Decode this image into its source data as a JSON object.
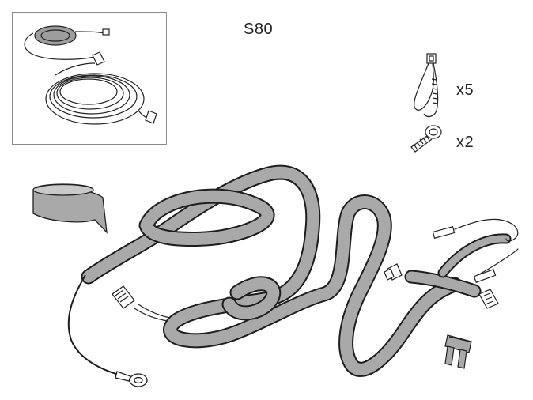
{
  "model_label": "S80",
  "cable_tie_qty": "x5",
  "screw_qty": "x2",
  "colors": {
    "sleeve_fill": "#a9a9a9",
    "outline": "#1e1e1e",
    "inset_border": "#8a8a8a",
    "background": "#ffffff"
  },
  "parts": [
    "inset-harness-coil-icon",
    "cable-tie-icon",
    "screw-icon",
    "adhesive-tape-roll-icon",
    "wiring-harness-icon",
    "ground-wire-ring-terminal-icon",
    "connector-icon",
    "fuse-icon"
  ]
}
